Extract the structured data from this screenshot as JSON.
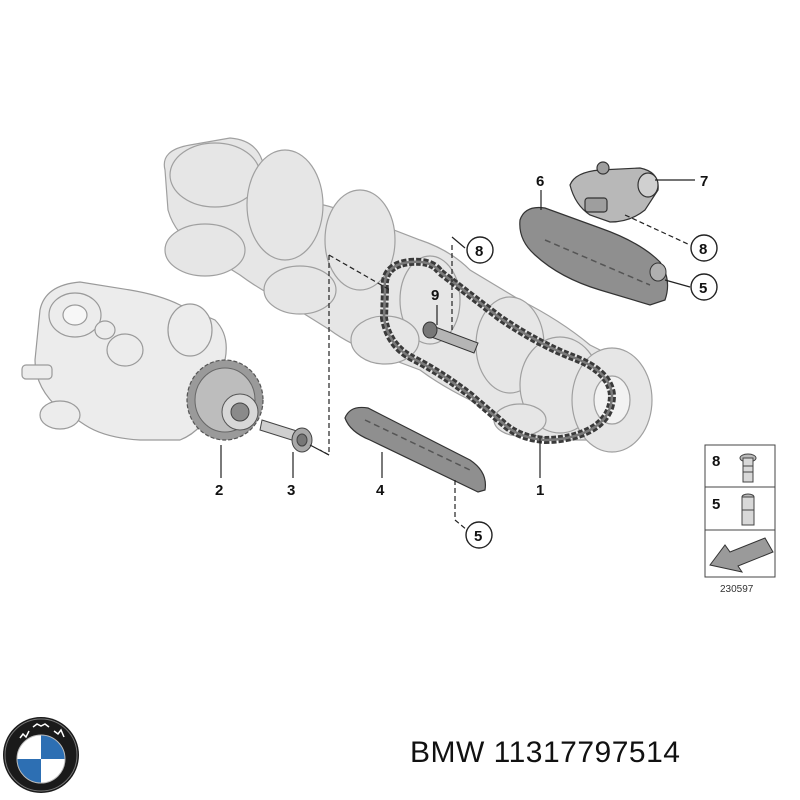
{
  "diagram": {
    "callouts": {
      "c1": "1",
      "c2": "2",
      "c3": "3",
      "c4": "4",
      "c5a": "5",
      "c5b": "5",
      "c6": "6",
      "c7": "7",
      "c8a": "8",
      "c8b": "8",
      "c9": "9"
    },
    "legend": {
      "row1_number": "8",
      "row2_number": "5",
      "diagram_code": "230597"
    }
  },
  "brand": {
    "logo_letters": "BMW",
    "caption": "BMW 11317797514"
  },
  "colors": {
    "part_fill": "#e6e6e6",
    "part_stroke": "#9a9a9a",
    "chain": "#3a3a3a",
    "guide_fill": "#8f8f8f",
    "bmw_blue": "#2d6fb3"
  }
}
